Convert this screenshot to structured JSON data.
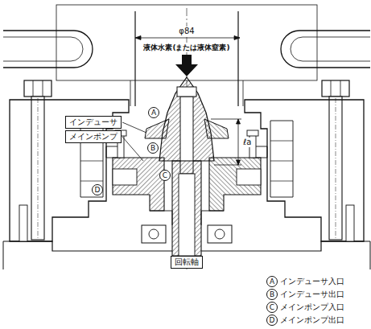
{
  "diagram": {
    "nodes": [
      {
        "text": [
          "A"
        ]
      },
      {
        "text": [
          "インデューサ"
        ]
      },
      {
        "text": [
          "B"
        ]
      },
      {
        "text": [
          "メインポンプ"
        ]
      },
      {
        "text": [
          "C"
        ]
      },
      {
        "text": [
          "D"
        ]
      },
      {
        "text": [
          "回転軸"
        ]
      },
      {
        "text": [
          "A"
        ]
      },
      {
        "text": [
          "B"
        ]
      },
      {
        "text": [
          "C"
        ]
      },
      {
        "text": [
          "D"
        ]
      }
    ],
    "labels": [
      "φ84",
      "液体水素(または液体窒素)",
      "ℓa",
      "インデューサ入口",
      "インデューサ出口",
      "メインポンプ入口",
      "メインポンプ出口"
    ]
  }
}
